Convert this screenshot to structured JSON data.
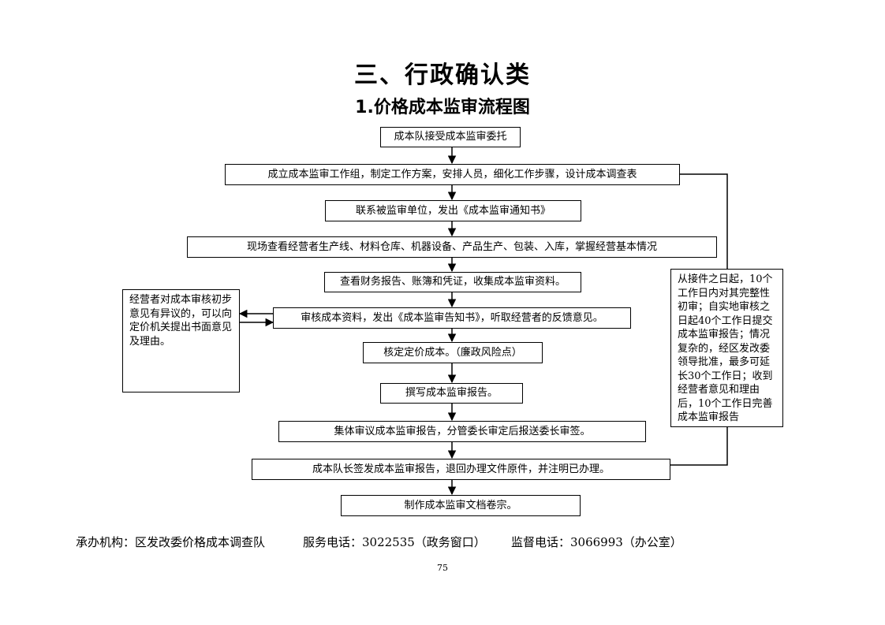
{
  "title": "三、行政确认类",
  "subtitle": "1.价格成本监审流程图",
  "steps": [
    "成本队接受成本监审委托",
    "成立成本监审工作组，制定工作方案，安排人员，细化工作步骤，设计成本调查表",
    "联系被监审单位，发出《成本监审通知书》",
    "现场查看经营者生产线、材料仓库、机器设备、产品生产、包装、入库，掌握经营基本情况",
    "查看财务报告、账簿和凭证，收集成本监审资料。",
    "审核成本资料，发出《成本监审告知书》，听取经营者的反馈意见。",
    "核定定价成本。（廉政风险点）",
    "撰写成本监审报告。",
    "集体审议成本监审报告，分管委长审定后报送委长审签。",
    "成本队长签发成本监审报告，退回办理文件原件，并注明已办理。",
    "制作成本监审文档卷宗。"
  ],
  "left_note": "经营者对成本审核初步意见有异议的，可以向定价机关提出书面意见及理由。",
  "right_note": "从接件之日起，10个工作日内对其完整性初审；自实地审核之日起40个工作日提交成本监审报告；情况复杂的，经区发改委领导批准，最多可延长30个工作日；收到经营者意见和理由后，10个工作日完善成本监审报告",
  "footer": {
    "agency": "承办机构：区发改委价格成本调查队",
    "service_phone": "服务电话：3022535（政务窗口）",
    "supervise_phone": "监督电话：3066993（办公室）"
  },
  "page_number": "75"
}
